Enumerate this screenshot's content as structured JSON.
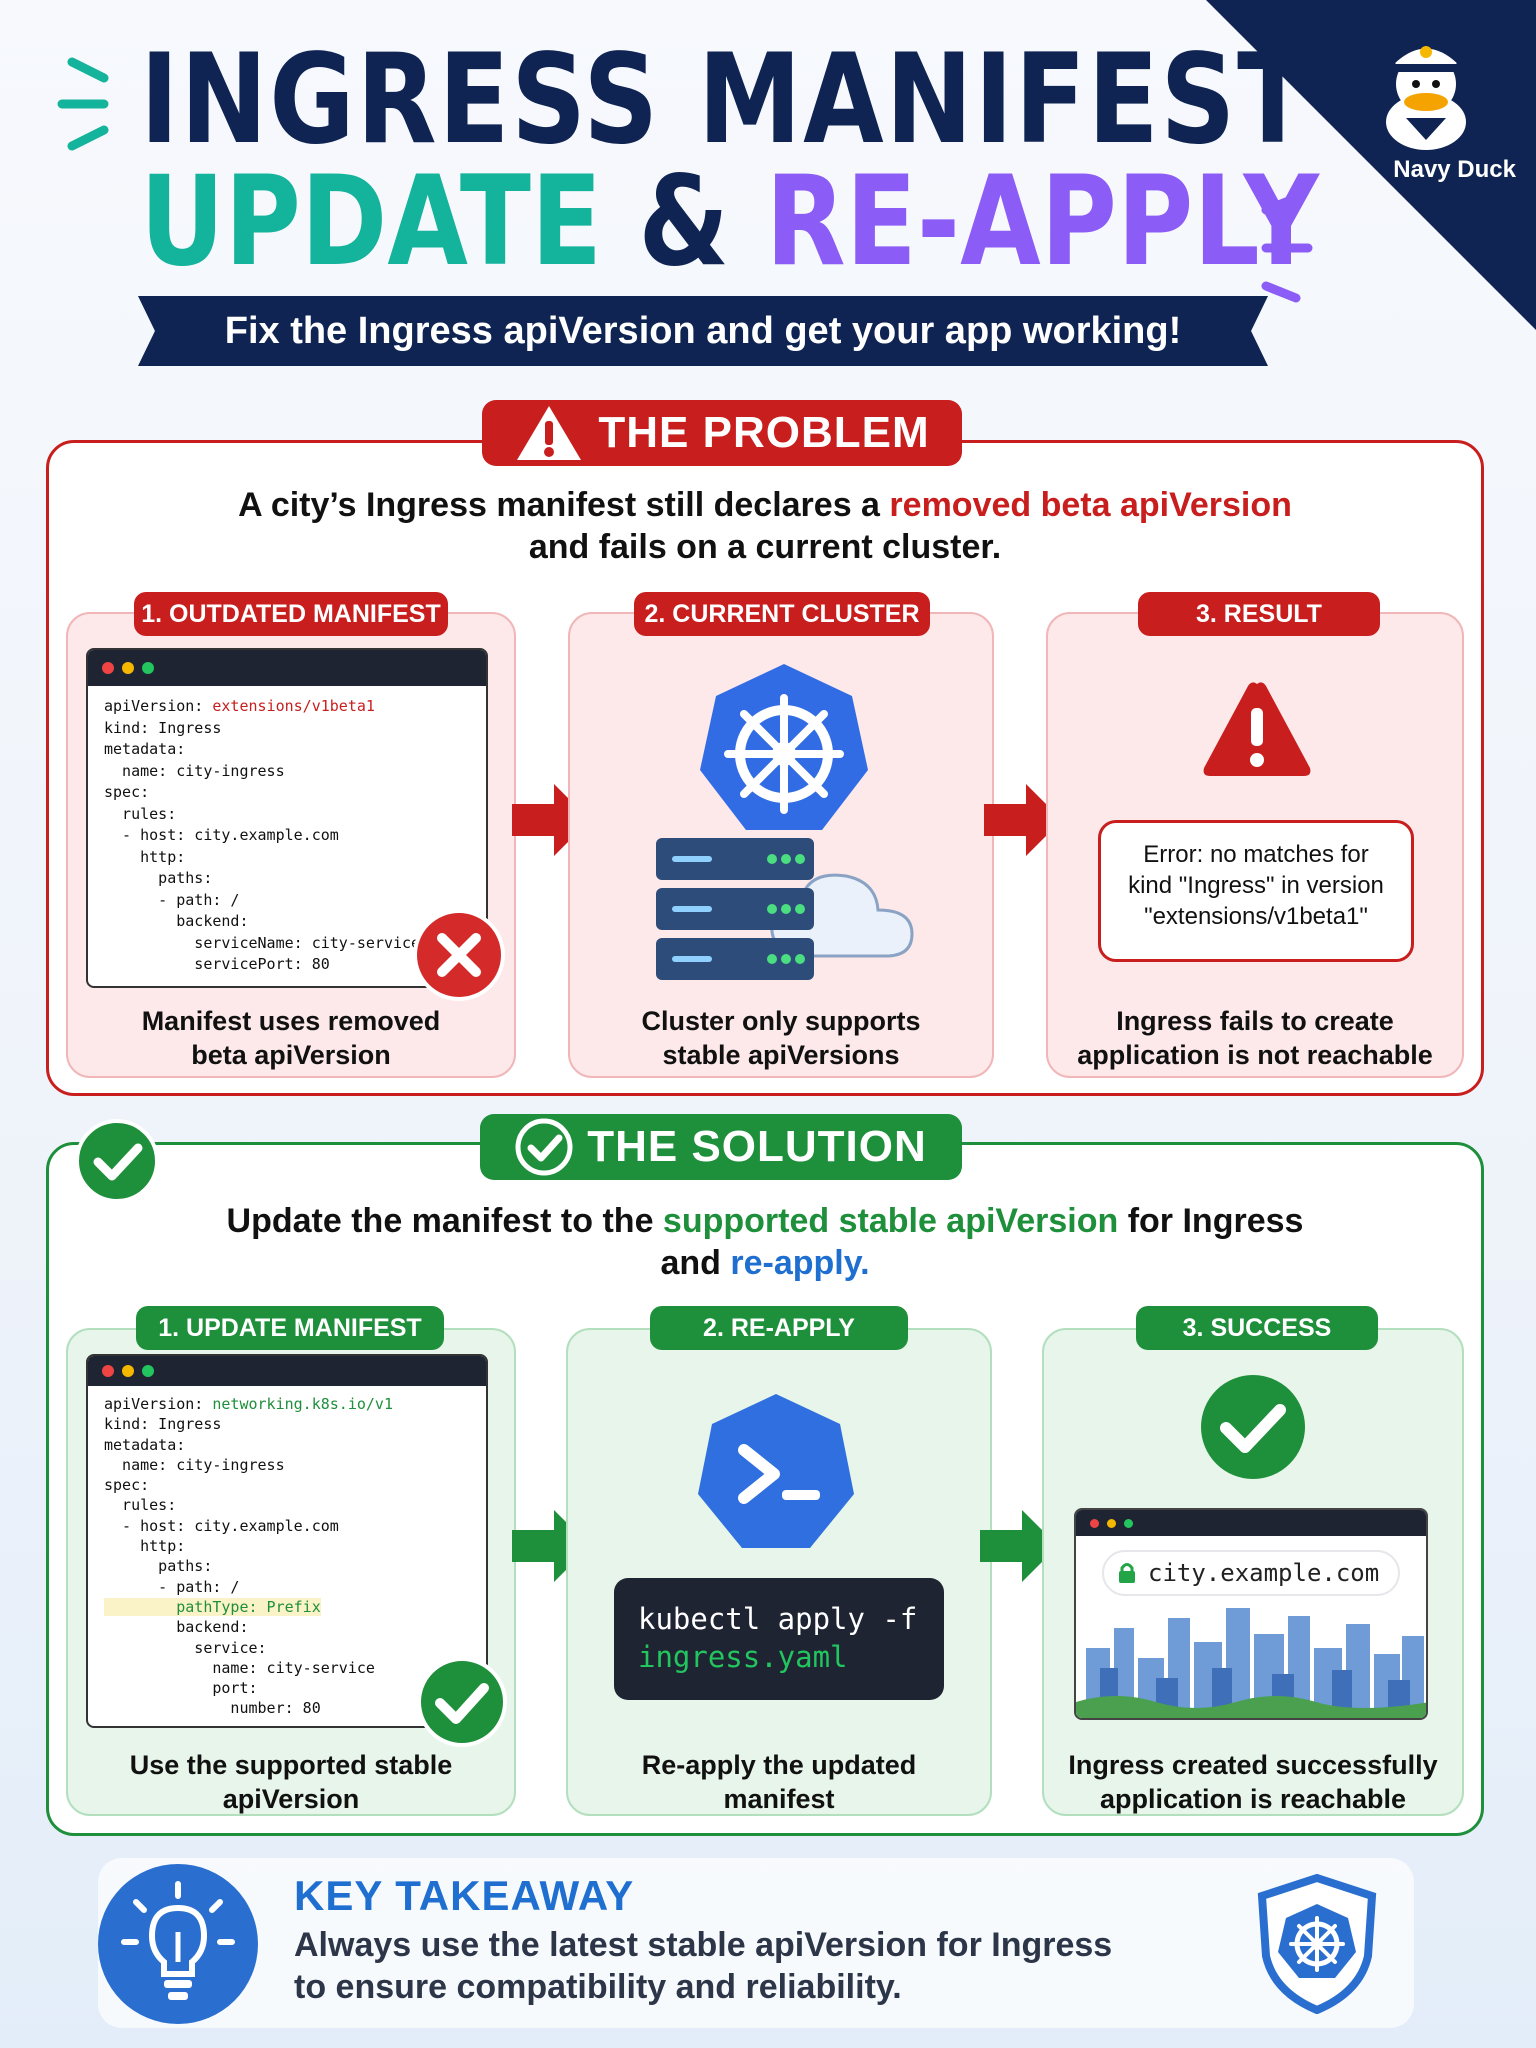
{
  "header": {
    "line1": "INGRESS MANIFEST",
    "line2a": "UPDATE",
    "line2b": "&",
    "line2c": "RE-APPLY",
    "subtitle": "Fix the Ingress apiVersion and get your app working!",
    "brand": "Navy Duck"
  },
  "problem": {
    "badge": "THE PROBLEM",
    "lead_1": "A city’s Ingress manifest still declares a ",
    "lead_hl": "removed beta apiVersion",
    "lead_2": "and fails on a current cluster.",
    "step1": {
      "label": "1. OUTDATED MANIFEST",
      "caption_1": "Manifest uses removed",
      "caption_2": "beta apiVersion"
    },
    "step2": {
      "label": "2. CURRENT CLUSTER",
      "caption_1": "Cluster only supports",
      "caption_2": "stable apiVersions"
    },
    "step3": {
      "label": "3. RESULT",
      "error_1": "Error: no matches for",
      "error_2": "kind \"Ingress\" in version",
      "error_3": "\"extensions/v1beta1\"",
      "caption_1": "Ingress fails to create",
      "caption_2": "application is not reachable"
    }
  },
  "solution": {
    "badge": "THE SOLUTION",
    "lead_1": "Update the manifest to the ",
    "lead_hl": "supported stable apiVersion",
    "lead_2": " for Ingress",
    "lead_3": "and ",
    "lead_hl2": "re-apply.",
    "step1": {
      "label": "1. UPDATE MANIFEST",
      "caption_1": "Use the supported stable",
      "caption_2": "apiVersion"
    },
    "step2": {
      "label": "2. RE-APPLY",
      "command_1": "kubectl apply -f",
      "command_2": "ingress.yaml",
      "caption_1": "Re-apply the updated",
      "caption_2": "manifest"
    },
    "step3": {
      "label": "3. SUCCESS",
      "url": "city.example.com",
      "caption_1": "Ingress created successfully",
      "caption_2": "application is reachable"
    }
  },
  "takeaway": {
    "title": "KEY TAKEAWAY",
    "text_1": "Always use the latest stable apiVersion for Ingress",
    "text_2": "to ensure compatibility and reliability."
  },
  "code_old": {
    "l1k": "apiVersion: ",
    "l1v": "extensions/v1beta1",
    "l2": "kind: Ingress",
    "l3": "metadata:",
    "l4": "  name: city-ingress",
    "l5": "spec:",
    "l6": "  rules:",
    "l7": "  - host: city.example.com",
    "l8": "    http:",
    "l9": "      paths:",
    "l10": "      - path: /",
    "l11": "        backend:",
    "l12": "          serviceName: city-service",
    "l13": "          servicePort: 80"
  },
  "code_new": {
    "l1k": "apiVersion: ",
    "l1v": "networking.k8s.io/v1",
    "l2": "kind: Ingress",
    "l3": "metadata:",
    "l4": "  name: city-ingress",
    "l5": "spec:",
    "l6": "  rules:",
    "l7": "  - host: city.example.com",
    "l8": "    http:",
    "l9": "      paths:",
    "l10": "      - path: /",
    "l11": "        pathType: Prefix",
    "l12": "        backend:",
    "l13": "          service:",
    "l14": "            name: city-service",
    "l15": "            port:",
    "l16": "              number: 80"
  },
  "colors": {
    "navy": "#0f2452",
    "teal": "#14b39b",
    "purple": "#8b5cf6",
    "red": "#c81e1e",
    "green": "#1e8f3a",
    "blue": "#1f6fd1"
  }
}
